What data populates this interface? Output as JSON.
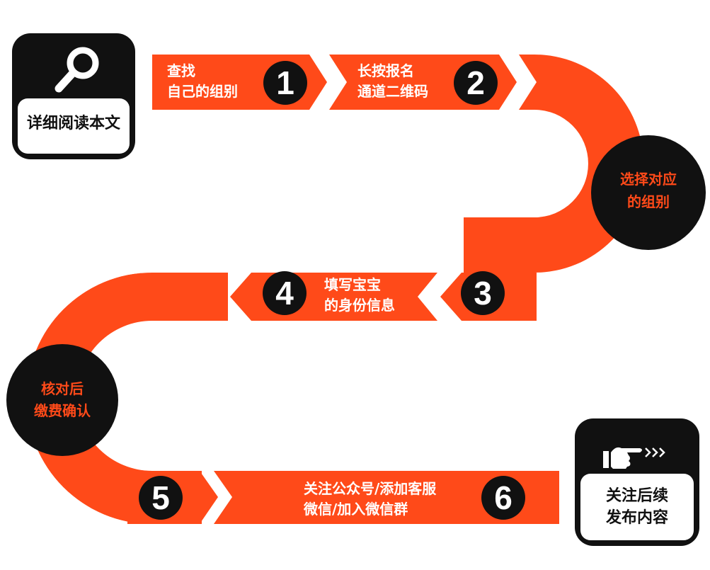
{
  "colors": {
    "accent": "#ff4a19",
    "dark": "#111111",
    "light": "#ffffff"
  },
  "start_box": {
    "text": "详细阅读本文",
    "icon": "search-icon"
  },
  "end_box": {
    "line1": "关注后续",
    "line2": "发布内容",
    "icon": "pointing-hand-icon"
  },
  "steps": [
    {
      "number": "1",
      "line1": "查找",
      "line2": "自己的组别"
    },
    {
      "number": "2",
      "line1": "长按报名",
      "line2": "通道二维码"
    },
    {
      "number": "3"
    },
    {
      "number": "4",
      "line1": "填写宝宝",
      "line2": "的身份信息"
    },
    {
      "number": "5"
    },
    {
      "number": "6",
      "line1": "关注公众号/添加客服",
      "line2": "微信/加入微信群"
    }
  ],
  "turn_right": {
    "line1": "选择对应",
    "line2": "的组别"
  },
  "turn_left": {
    "line1": "核对后",
    "line2": "缴费确认"
  }
}
